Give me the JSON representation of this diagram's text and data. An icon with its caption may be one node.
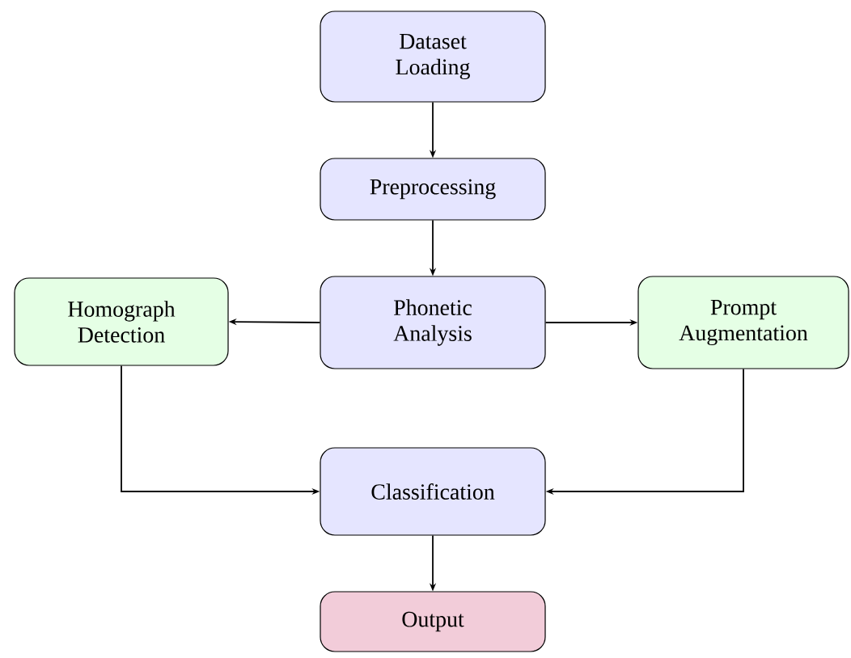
{
  "diagram": {
    "nodes": [
      {
        "text": [
          "Dataset Loading"
        ]
      },
      {
        "text": [
          "Preprocessing"
        ]
      },
      {
        "text": [
          "Phonetic Analysis"
        ]
      },
      {
        "text": [
          "Homograph Detection"
        ]
      },
      {
        "text": [
          "Prompt Augmentation"
        ]
      },
      {
        "text": [
          "Classification"
        ]
      },
      {
        "text": [
          "Output"
        ]
      }
    ],
    "edges": [
      {
        "from": 0,
        "to": 1,
        "arrow": "to"
      },
      {
        "from": 1,
        "to": 2,
        "arrow": "to"
      },
      {
        "from": 2,
        "to": 3,
        "arrow": "to"
      },
      {
        "from": 2,
        "to": 4,
        "arrow": "to"
      },
      {
        "from": 3,
        "to": 5,
        "arrow": "to"
      },
      {
        "from": 4,
        "to": 5,
        "arrow": "to"
      },
      {
        "from": 5,
        "to": 6,
        "arrow": "to"
      }
    ]
  }
}
